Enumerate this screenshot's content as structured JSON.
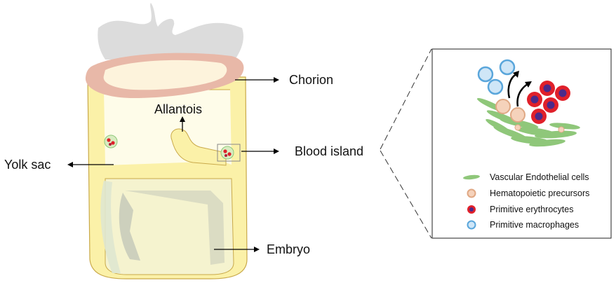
{
  "labels": {
    "chorion": "Chorion",
    "allantois": "Allantois",
    "blood_island": "Blood island",
    "yolk_sac": "Yolk sac",
    "embryo": "Embryo"
  },
  "legend": [
    {
      "label": "Vascular Endothelial cells",
      "icon": "endothelial-cell-icon"
    },
    {
      "label": "Hematopoietic precursors",
      "icon": "hematopoietic-precursor-icon"
    },
    {
      "label": "Primitive erythrocytes",
      "icon": "erythrocyte-icon"
    },
    {
      "label": "Primitive macrophages",
      "icon": "macrophage-icon"
    }
  ],
  "colors": {
    "placenta_gray": "#dcdcdc",
    "chorion": "#e8b8a8",
    "chorion_inner": "#fdf3dc",
    "yolk_sac": "#fbf1a8",
    "yolk_outline": "#c9a94a",
    "cavity": "#fefce9",
    "embryo_fill": "#f3f1cc",
    "embryo_gray": "#c5c9ba",
    "endothelial": "#8fc77a",
    "precursor_fill": "#f5d2bb",
    "precursor_ring": "#e0a884",
    "erythrocyte_ring": "#e0202a",
    "erythrocyte_core": "#4b2a8a",
    "macrophage_ring": "#5aa6db",
    "macrophage_fill": "#cfe6f7"
  }
}
